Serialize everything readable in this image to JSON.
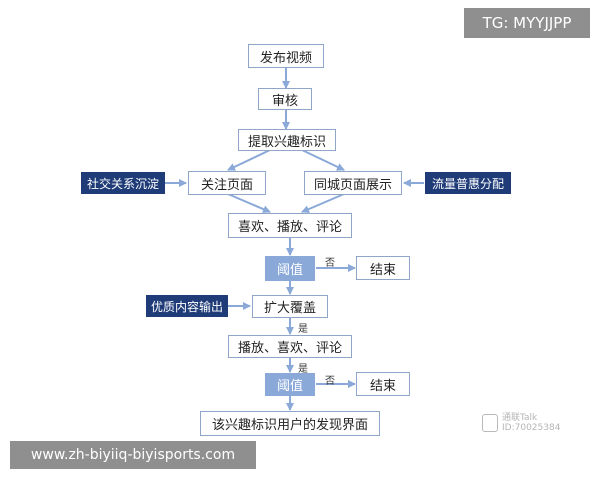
{
  "badge": "TG: MYYJJPP",
  "footer_url": "www.zh-biyiiq-biyisports.com",
  "watermark": {
    "line1": "通联Talk",
    "line2": "ID:70025384"
  },
  "nodes": {
    "publish": "发布视频",
    "review": "审核",
    "extract": "提取兴趣标识",
    "follow_page": "关注页面",
    "local_page": "同城页面展示",
    "engagement_1": "喜欢、播放、评论",
    "threshold_1": "阈值",
    "end_1": "结束",
    "expand": "扩大覆盖",
    "engagement_2": "播放、喜欢、评论",
    "threshold_2": "阈值",
    "end_2": "结束",
    "discovery": "该兴趣标识用户的发现界面"
  },
  "side_inputs": {
    "social": "社交关系沉淀",
    "traffic": "流量普惠分配",
    "quality": "优质内容输出"
  },
  "edge_labels": {
    "no_1": "否",
    "yes_1": "是",
    "no_2": "否",
    "yes_2": "是"
  },
  "colors": {
    "node_border": "#8fa6c8",
    "threshold_fill": "#8aa8d8",
    "side_fill": "#1f3c78",
    "arrow": "#8aa8d8"
  }
}
